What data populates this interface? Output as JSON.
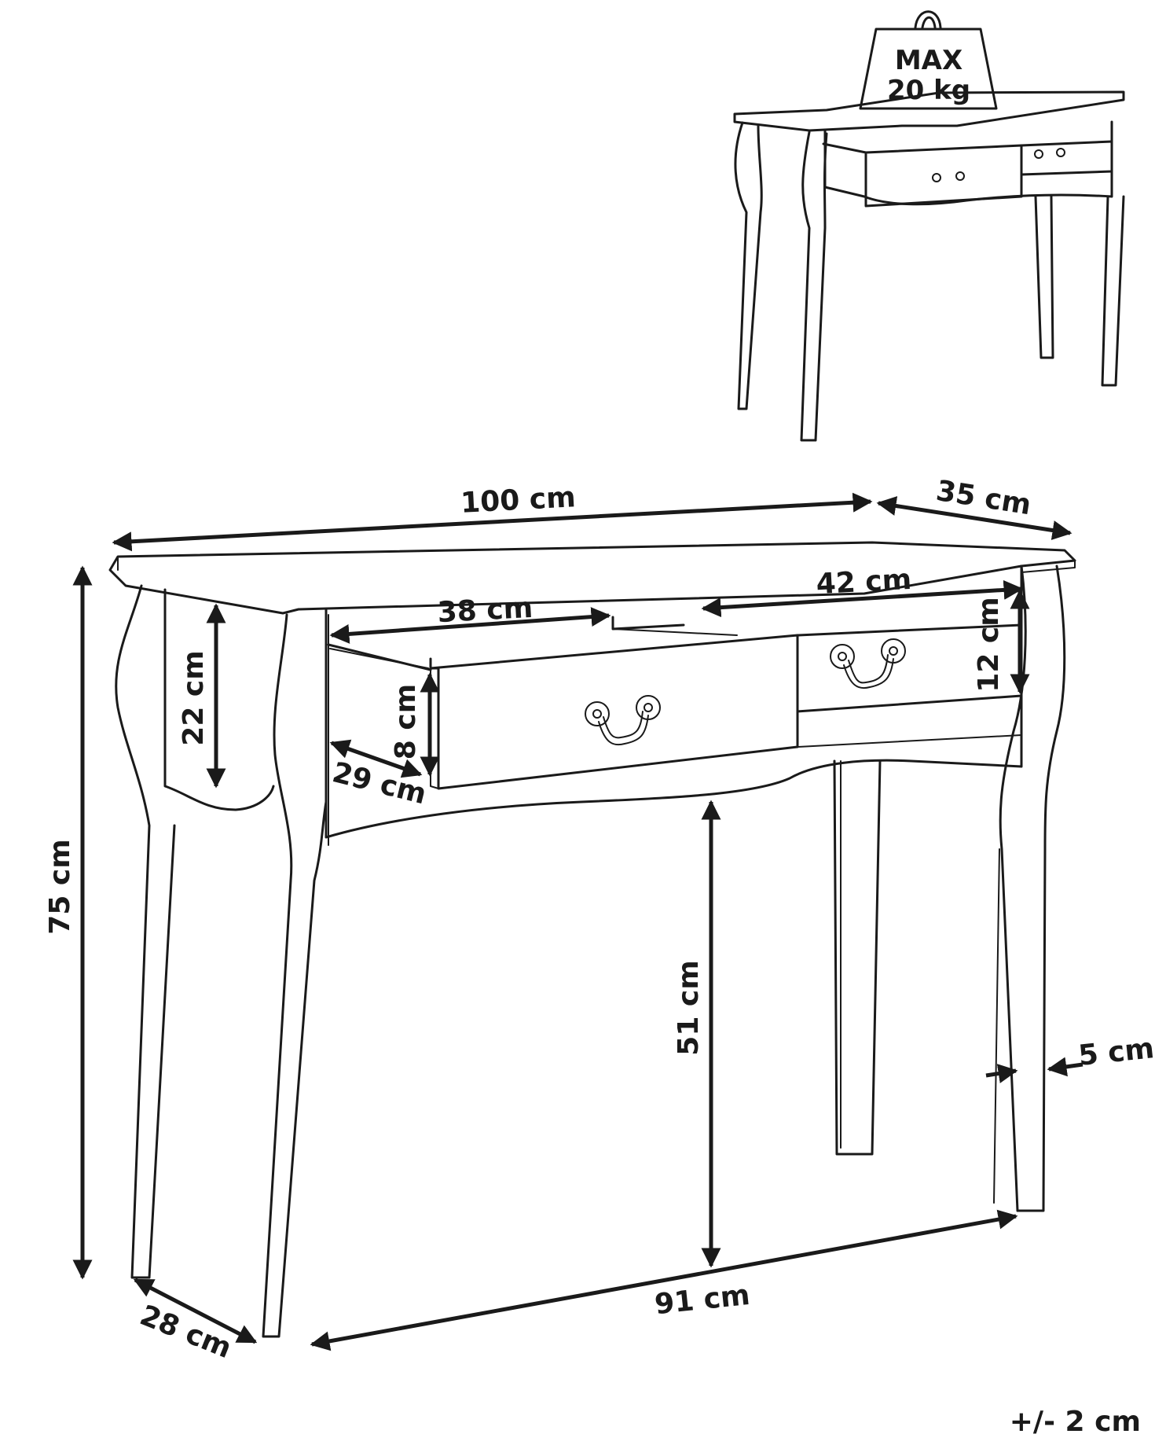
{
  "weight_badge": {
    "line1": "MAX",
    "line2": "20 kg"
  },
  "dimensions": {
    "width_top": "100 cm",
    "depth_top": "35 cm",
    "drawer_right_width": "42 cm",
    "drawer_left_width": "38 cm",
    "drawer_right_height": "12 cm",
    "apron_height": "22 cm",
    "drawer_left_height": "8 cm",
    "drawer_depth": "29 cm",
    "total_height": "75 cm",
    "clearance_height": "51 cm",
    "leg_width": "5 cm",
    "base_width": "91 cm",
    "base_depth": "28 cm"
  },
  "tolerance": "+/- 2 cm"
}
